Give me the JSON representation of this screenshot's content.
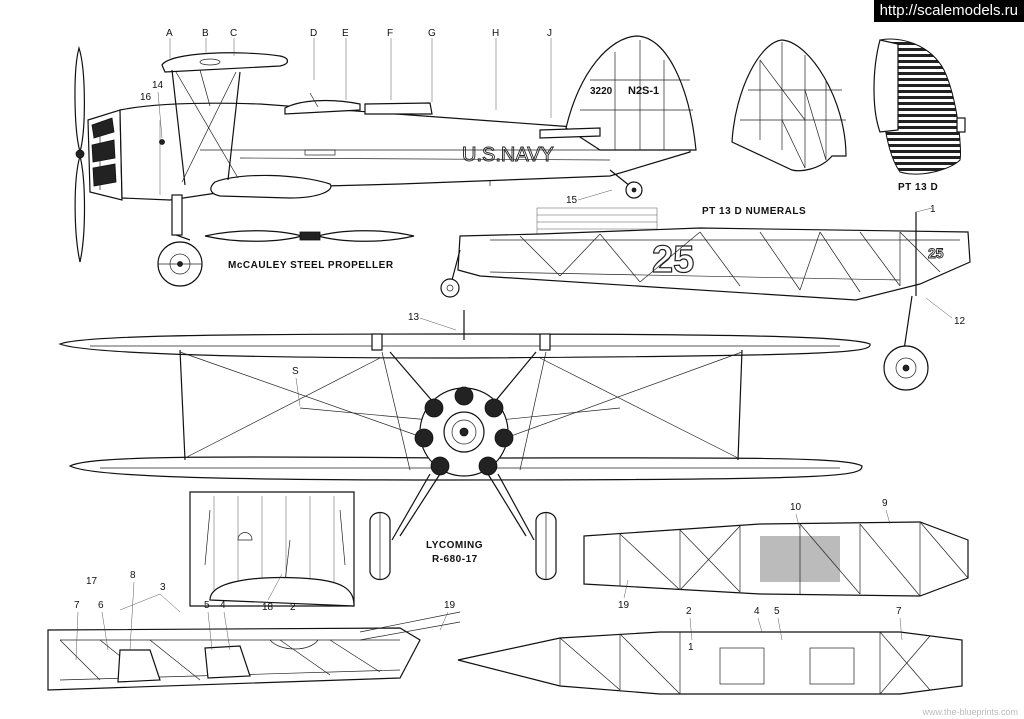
{
  "watermark": "http://scalemodels.ru",
  "footer_mark": "www.the-blueprints.com",
  "captions": {
    "propeller": "McCAULEY STEEL PROPELLER",
    "numerals": "PT 13 D NUMERALS",
    "pt13d": "PT 13 D",
    "engine_line1": "LYCOMING",
    "engine_line2": "R-680-17"
  },
  "markings": {
    "navy": "U.S.NAVY",
    "model": "N2S-1",
    "serial": "3220",
    "numeral_big": "25",
    "numeral_small": "25"
  },
  "callouts": {
    "A": "A",
    "B": "B",
    "C": "C",
    "D": "D",
    "E": "E",
    "F": "F",
    "G": "G",
    "H": "H",
    "J": "J",
    "n1": "1",
    "n2": "2",
    "n3": "3",
    "n4": "4",
    "n5": "5",
    "n6": "6",
    "n7": "7",
    "n8": "8",
    "n9": "9",
    "n10": "10",
    "n12": "12",
    "n13": "13",
    "n14": "14",
    "n15": "15",
    "n16": "16",
    "n17": "17",
    "n18": "18",
    "n19": "19",
    "S": "S"
  }
}
